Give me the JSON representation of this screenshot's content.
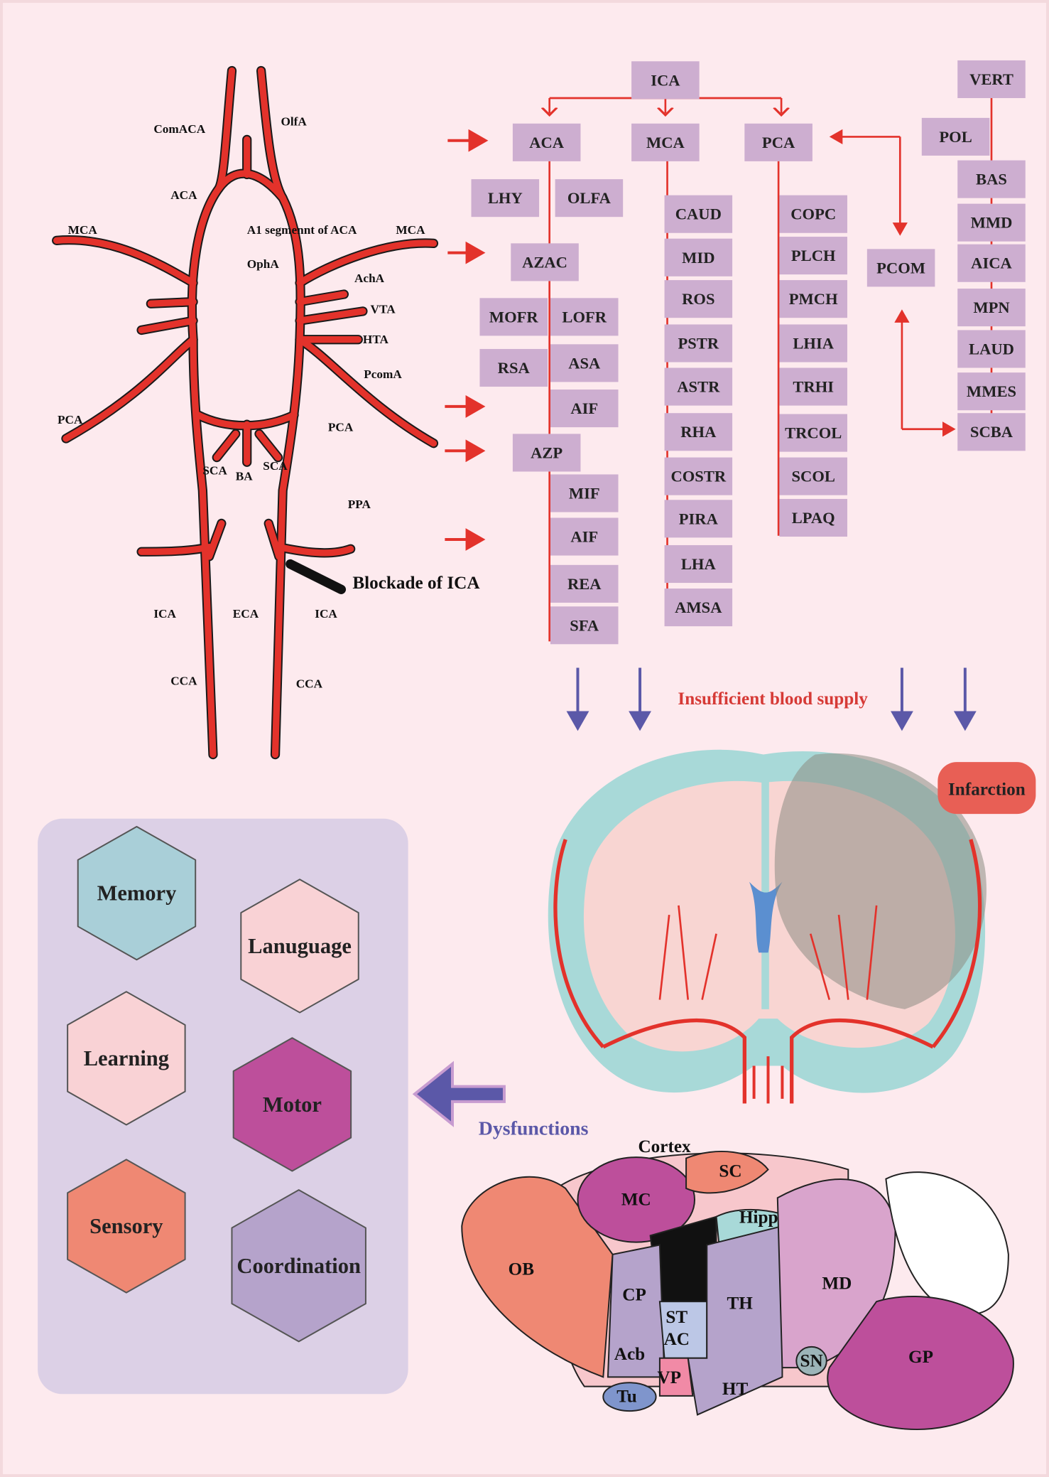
{
  "vessel_labels": {
    "comaca": "ComACA",
    "olfa": "OlfA",
    "aca": "ACA",
    "mca_left": "MCA",
    "a1_segment": "A1 segmennt of ACA",
    "mca_right": "MCA",
    "opha": "OphA",
    "acha": "AchA",
    "vta": "VTA",
    "hta": "HTA",
    "pcoma": "PcomA",
    "pca_left": "PCA",
    "pca_right": "PCA",
    "sca_left": "SCA",
    "ba": "BA",
    "sca_right": "SCA",
    "ppa": "PPA",
    "blockade": "Blockade of  ICA",
    "ica_left": "ICA",
    "eca": "ECA",
    "ica_right": "ICA",
    "cca_left": "CCA",
    "cca_right": "CCA"
  },
  "tree_boxes": [
    "ICA",
    "VERT",
    "POL",
    "ACA",
    "MCA",
    "PCA",
    "LHY",
    "OLFA",
    "BAS",
    "CAUD",
    "COPC",
    "MMD",
    "AZAC",
    "MID",
    "PLCH",
    "PCOM",
    "AICA",
    "MOFR",
    "LOFR",
    "ROS",
    "PMCH",
    "MPN",
    "RSA",
    "ASA",
    "PSTR",
    "LHIA",
    "LAUD",
    "AIF",
    "ASTR",
    "TRHI",
    "MMES",
    "AZP",
    "RHA",
    "TRCOL",
    "SCBA",
    "MIF",
    "COSTR",
    "SCOL",
    "AIF",
    "PIRA",
    "LPAQ",
    "REA",
    "LHA",
    "SFA",
    "AMSA"
  ],
  "insufficient_label": "Insufficient blood supply",
  "infarction_label": "Infarction",
  "dysfunctions_label": "Dysfunctions",
  "functions": [
    "Memory",
    "Lanuguage",
    "Learning",
    "Motor",
    "Sensory",
    "Coordination"
  ],
  "function_colors": [
    "#a9cfd8",
    "#f9d2d5",
    "#f9d2d5",
    "#bd4f9b",
    "#ef8873",
    "#b5a3cb"
  ],
  "brain_regions": [
    "Cortex",
    "SC",
    "MC",
    "Hipp",
    "OB",
    "CP",
    "ST",
    "AC",
    "TH",
    "MD",
    "Acb",
    "VP",
    "Tu",
    "HT",
    "SN",
    "GP"
  ],
  "colors": {
    "vessel": "#e3322b",
    "box": "#cdaed0",
    "background": "#fdeaee",
    "dysfunction_text": "#5b58a8"
  }
}
